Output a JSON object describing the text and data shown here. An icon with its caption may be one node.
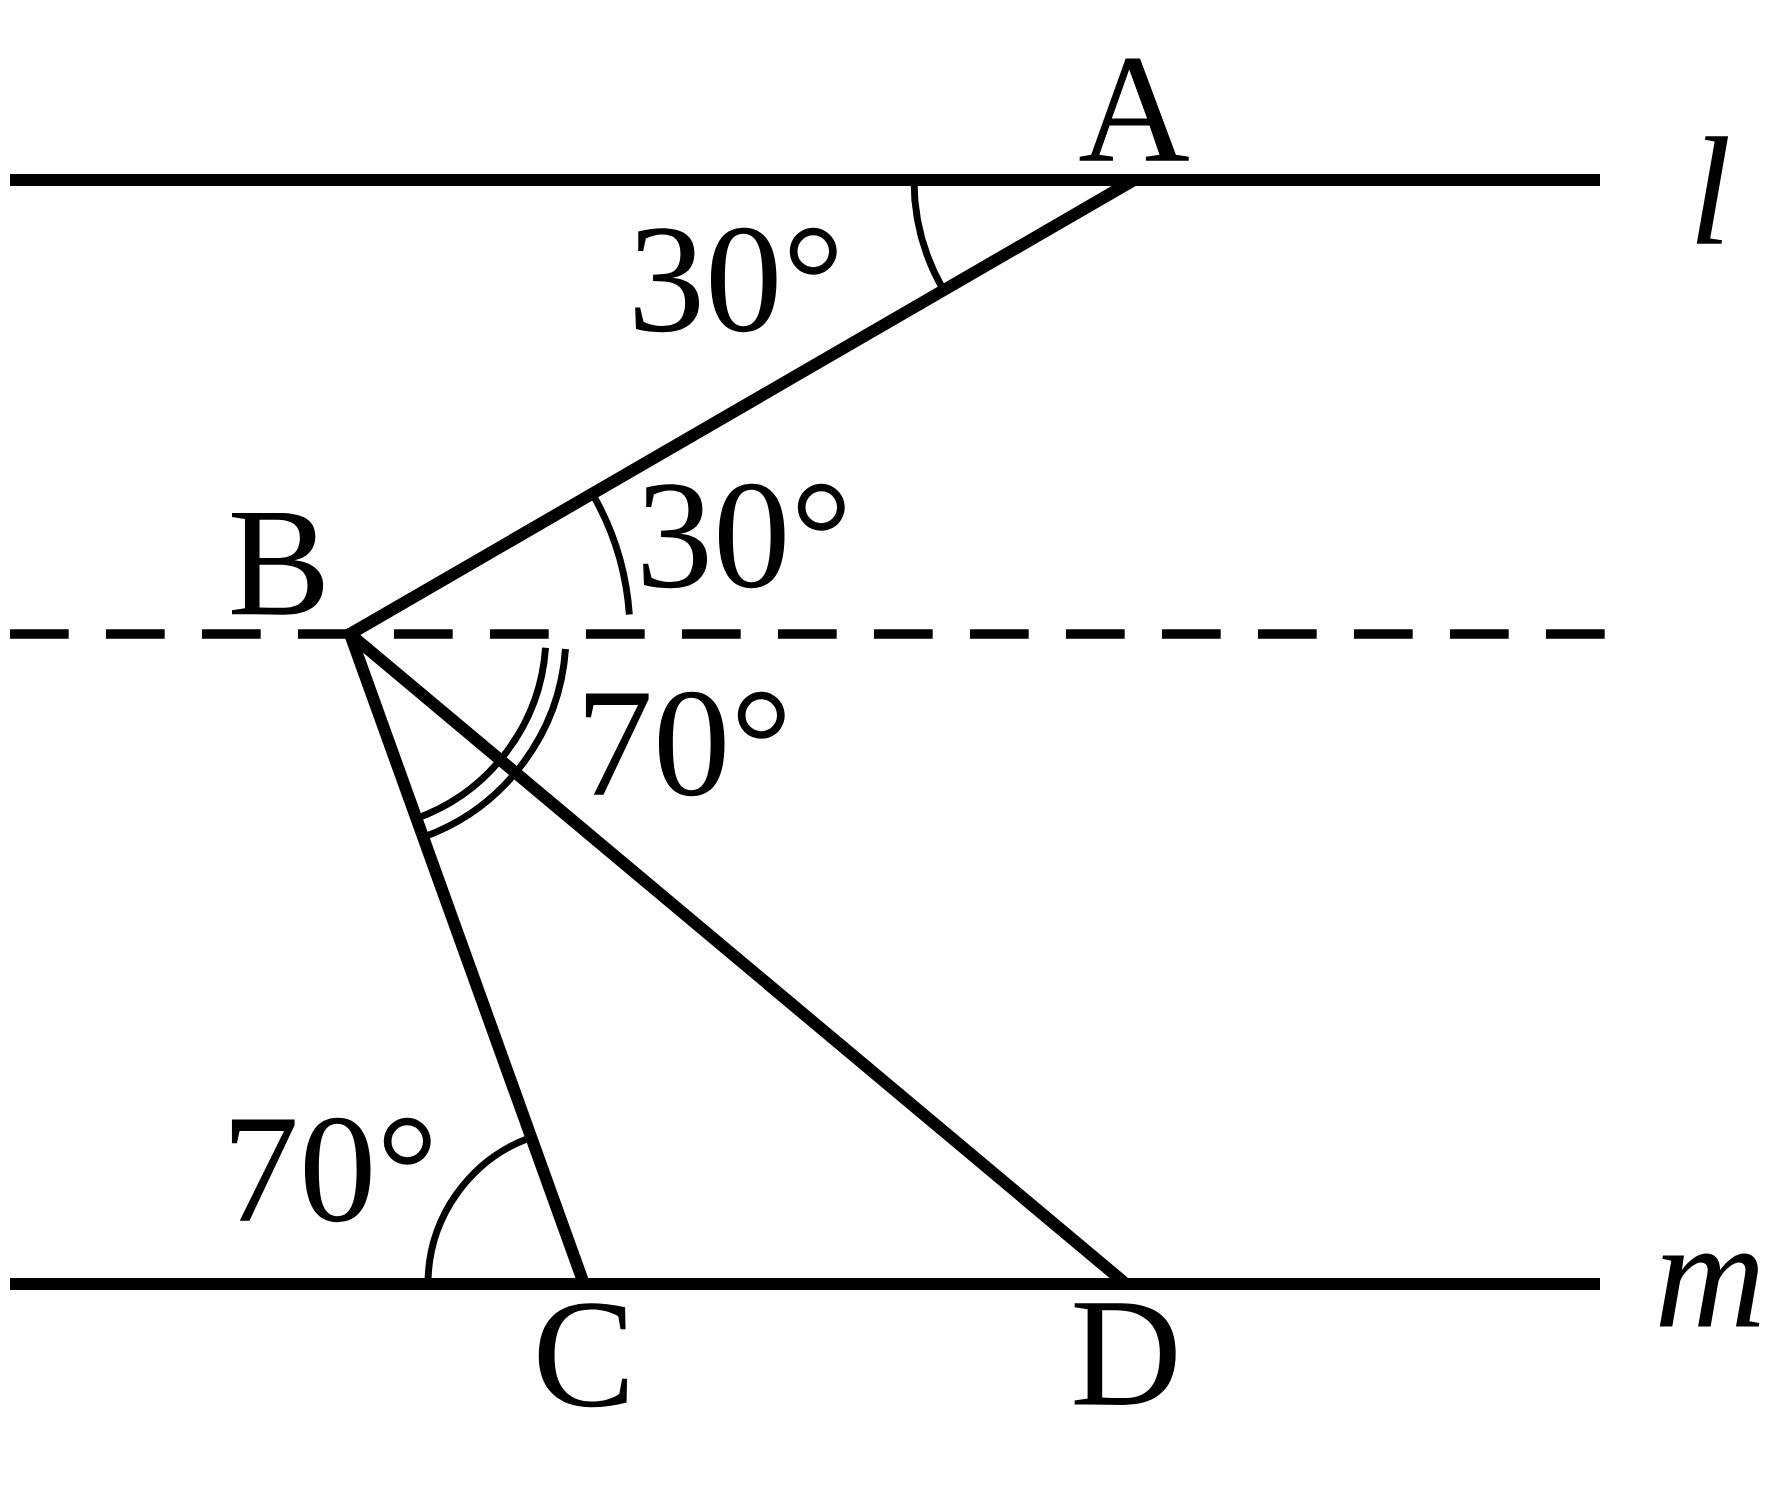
{
  "diagram": {
    "nodes": [
      {
        "text": [
          "A"
        ]
      },
      {
        "text": [
          "B"
        ]
      },
      {
        "text": [
          "C"
        ]
      },
      {
        "text": [
          "D"
        ]
      }
    ],
    "edges": [
      {
        "from": 0,
        "to": 1,
        "arrow": "none"
      },
      {
        "from": 1,
        "to": 2,
        "arrow": "none"
      },
      {
        "from": 1,
        "to": 3,
        "arrow": "none"
      }
    ],
    "labels": [
      "l",
      "30°",
      "30°",
      "70°",
      "70°",
      "m"
    ]
  }
}
